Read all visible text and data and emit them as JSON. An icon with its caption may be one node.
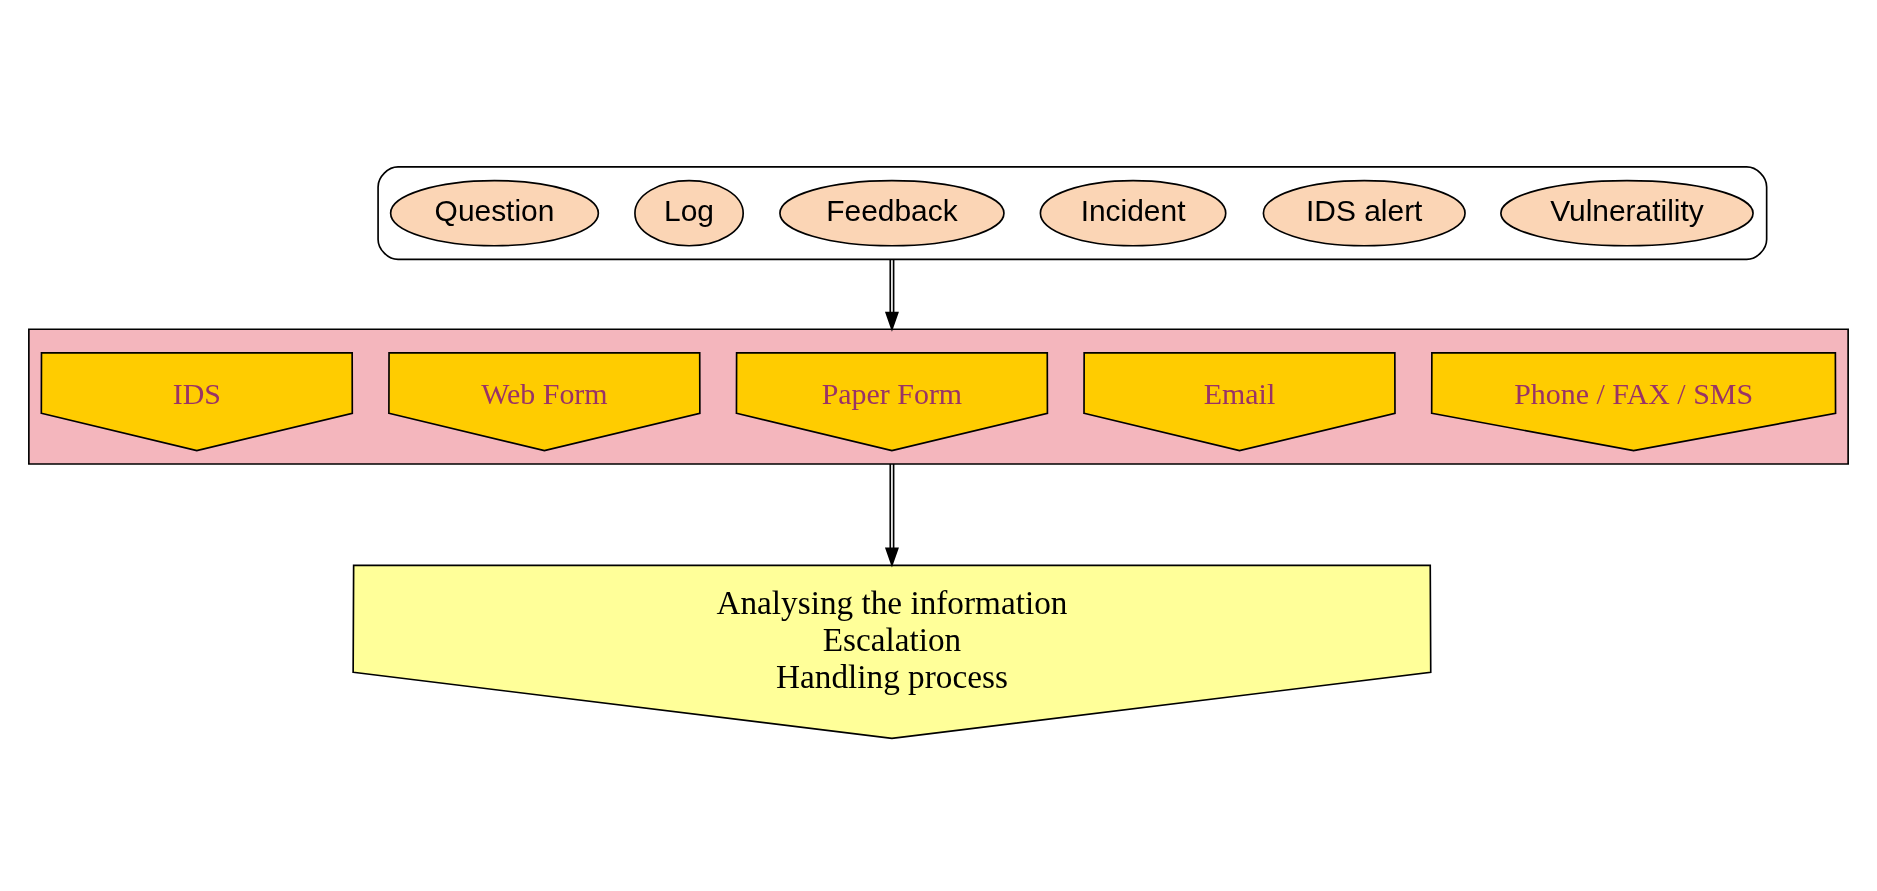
{
  "diagram": {
    "nodes": [
      {
        "text": [],
        "shape": "ellipse"
      },
      {
        "text": [
          "Vulneratility"
        ],
        "in": 0
      },
      {
        "text": [
          "IDS alert"
        ],
        "in": 0
      },
      {
        "text": [
          "Incident"
        ],
        "in": 0
      },
      {
        "text": [
          "Feedback"
        ],
        "in": 0
      },
      {
        "text": [
          "Log"
        ],
        "in": 0
      },
      {
        "text": [
          "Question"
        ],
        "in": 0
      },
      {
        "text": [],
        "shape": "box"
      },
      {
        "text": [
          "Phone / FAX / SMS"
        ],
        "in": 7
      },
      {
        "text": [
          "Email"
        ],
        "in": 7
      },
      {
        "text": [
          "Paper Form"
        ],
        "in": 7
      },
      {
        "text": [
          "Web Form"
        ],
        "in": 7
      },
      {
        "text": [
          "IDS"
        ],
        "in": 7
      },
      {
        "text": [
          "Analysing the information",
          "Escalation",
          "Handling process"
        ]
      }
    ],
    "edges": [
      {
        "from": 0,
        "to": 7,
        "arrow": "to"
      },
      {
        "from": 7,
        "to": 13,
        "arrow": "to"
      }
    ]
  }
}
